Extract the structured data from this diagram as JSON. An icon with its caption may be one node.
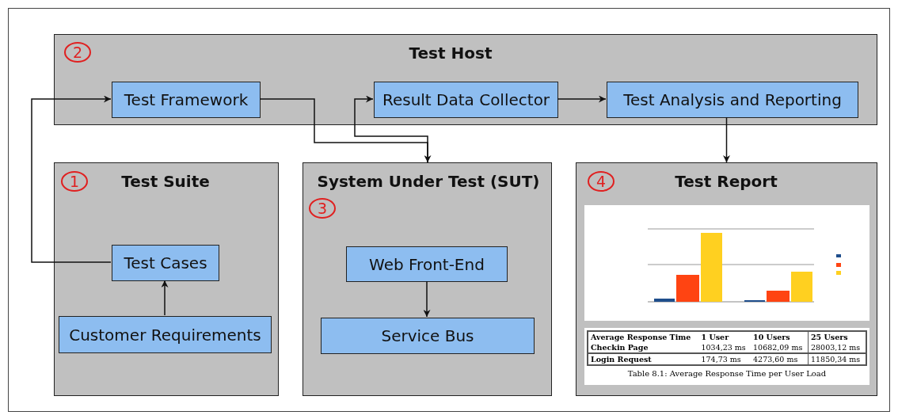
{
  "diagram": {
    "nodes": [
      {
        "text": [
          "2",
          "Test Host"
        ]
      },
      {
        "text": [
          "Test Framework"
        ],
        "in": 0
      },
      {
        "text": [
          "Result Data Collector"
        ],
        "in": 0
      },
      {
        "text": [
          "Test Analysis and Reporting"
        ],
        "in": 0
      },
      {
        "text": [
          "1",
          "Test Suite"
        ]
      },
      {
        "text": [
          "Test Cases"
        ],
        "in": 4
      },
      {
        "text": [
          "Customer Requirements"
        ],
        "in": 4
      },
      {
        "text": [
          "System Under Test (SUT)",
          "3"
        ]
      },
      {
        "text": [
          "Web Front-End"
        ],
        "in": 7
      },
      {
        "text": [
          "Service Bus"
        ],
        "in": 7
      },
      {
        "text": [
          "4",
          "Test Report"
        ]
      },
      {
        "text": [],
        "shape": "picture",
        "in": 10
      }
    ],
    "edges": [
      {
        "from": 5,
        "to": 1,
        "arrow": "to"
      },
      {
        "from": 6,
        "to": 5,
        "arrow": "to"
      },
      {
        "from": 1,
        "to": 7,
        "arrow": "to"
      },
      {
        "from": 7,
        "to": 2,
        "arrow": "to"
      },
      {
        "from": 2,
        "to": 3,
        "arrow": "to"
      },
      {
        "from": 3,
        "to": 10,
        "arrow": "to"
      },
      {
        "from": 8,
        "to": 9,
        "arrow": "to"
      }
    ],
    "labels": [
      "Average Response Time",
      "1 User",
      "10 Users",
      "25 Users",
      "Checkin Page",
      "1034,23 ms",
      "10682,09 ms",
      "28003,12 ms",
      "Login Request",
      "174,73 ms",
      "4273,60 ms",
      "11850,34 ms",
      "Table 8.1: Average Response Time per User Load"
    ]
  }
}
